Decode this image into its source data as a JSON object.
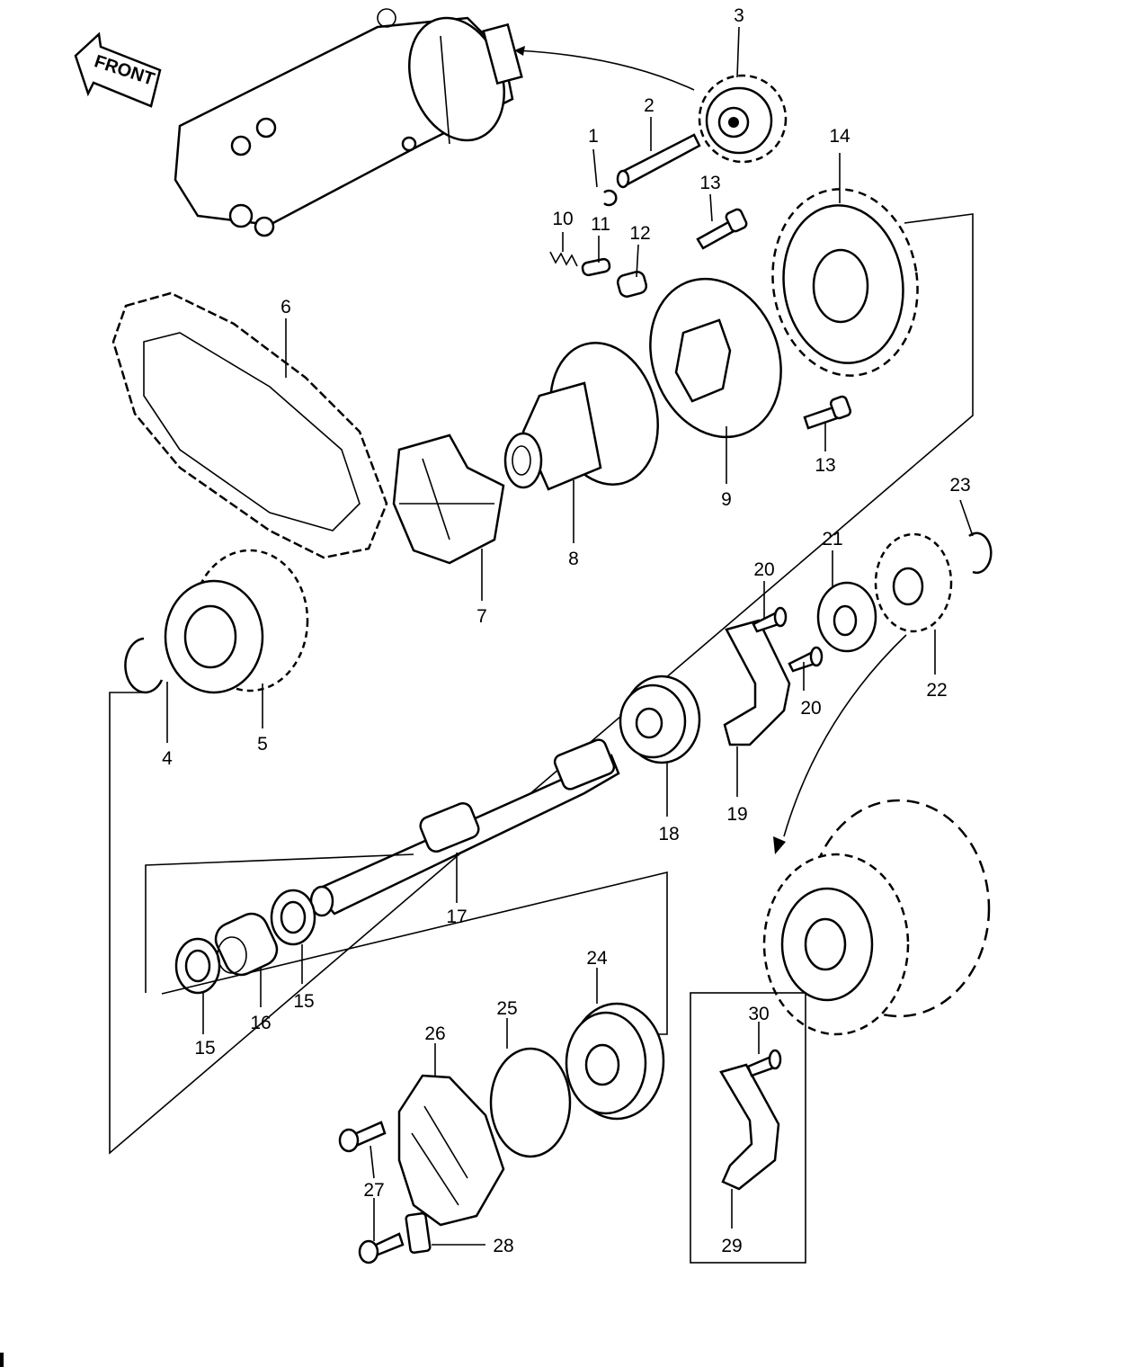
{
  "front_label": "FRONT",
  "parts": [
    {
      "n": "1"
    },
    {
      "n": "2"
    },
    {
      "n": "3"
    },
    {
      "n": "4"
    },
    {
      "n": "5"
    },
    {
      "n": "6"
    },
    {
      "n": "7"
    },
    {
      "n": "8"
    },
    {
      "n": "9"
    },
    {
      "n": "10"
    },
    {
      "n": "11"
    },
    {
      "n": "12"
    },
    {
      "n": "13"
    },
    {
      "n": "13"
    },
    {
      "n": "14"
    },
    {
      "n": "15"
    },
    {
      "n": "15"
    },
    {
      "n": "16"
    },
    {
      "n": "17"
    },
    {
      "n": "18"
    },
    {
      "n": "19"
    },
    {
      "n": "20"
    },
    {
      "n": "20"
    },
    {
      "n": "21"
    },
    {
      "n": "22"
    },
    {
      "n": "23"
    },
    {
      "n": "24"
    },
    {
      "n": "25"
    },
    {
      "n": "26"
    },
    {
      "n": "27"
    },
    {
      "n": "28"
    },
    {
      "n": "29"
    },
    {
      "n": "30"
    }
  ]
}
